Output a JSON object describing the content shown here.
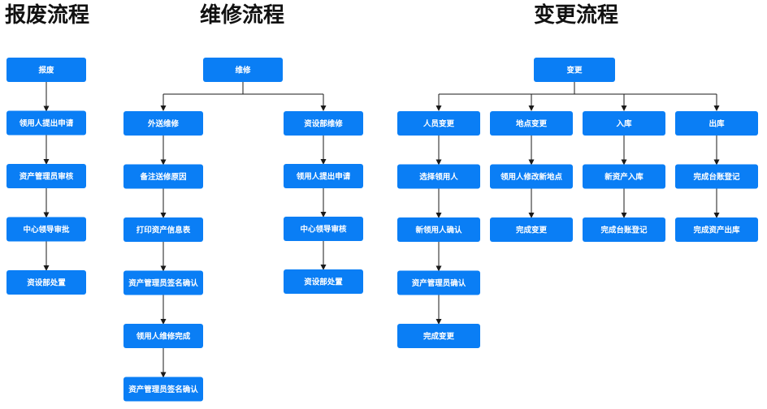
{
  "titles": {
    "scrap": "报废流程",
    "repair": "维修流程",
    "change": "变更流程"
  },
  "colors": {
    "node_fill": "#0a7ef5",
    "node_text": "#ffffff",
    "connector": "#1a1a1a"
  },
  "flows": {
    "scrap": [
      "报废",
      "领用人提出申请",
      "资产管理员审核",
      "中心领导审批",
      "资设部处置"
    ],
    "repair": {
      "root": "维修",
      "outsource": [
        "外送维修",
        "备注送修原因",
        "打印资产信息表",
        "资产管理员签名确认",
        "领用人维修完成",
        "资产管理员签名确认"
      ],
      "internal": [
        "资设部维修",
        "领用人提出申请",
        "中心领导审核",
        "资设部处置"
      ]
    },
    "change": {
      "root": "变更",
      "person": [
        "人员变更",
        "选择领用人",
        "新领用人确认",
        "资产管理员确认",
        "完成变更"
      ],
      "location": [
        "地点变更",
        "领用人修改新地点",
        "完成变更"
      ],
      "inbound": [
        "入库",
        "新资产入库",
        "完成台账登记"
      ],
      "outbound": [
        "出库",
        "完成台账登记",
        "完成资产出库"
      ]
    }
  }
}
